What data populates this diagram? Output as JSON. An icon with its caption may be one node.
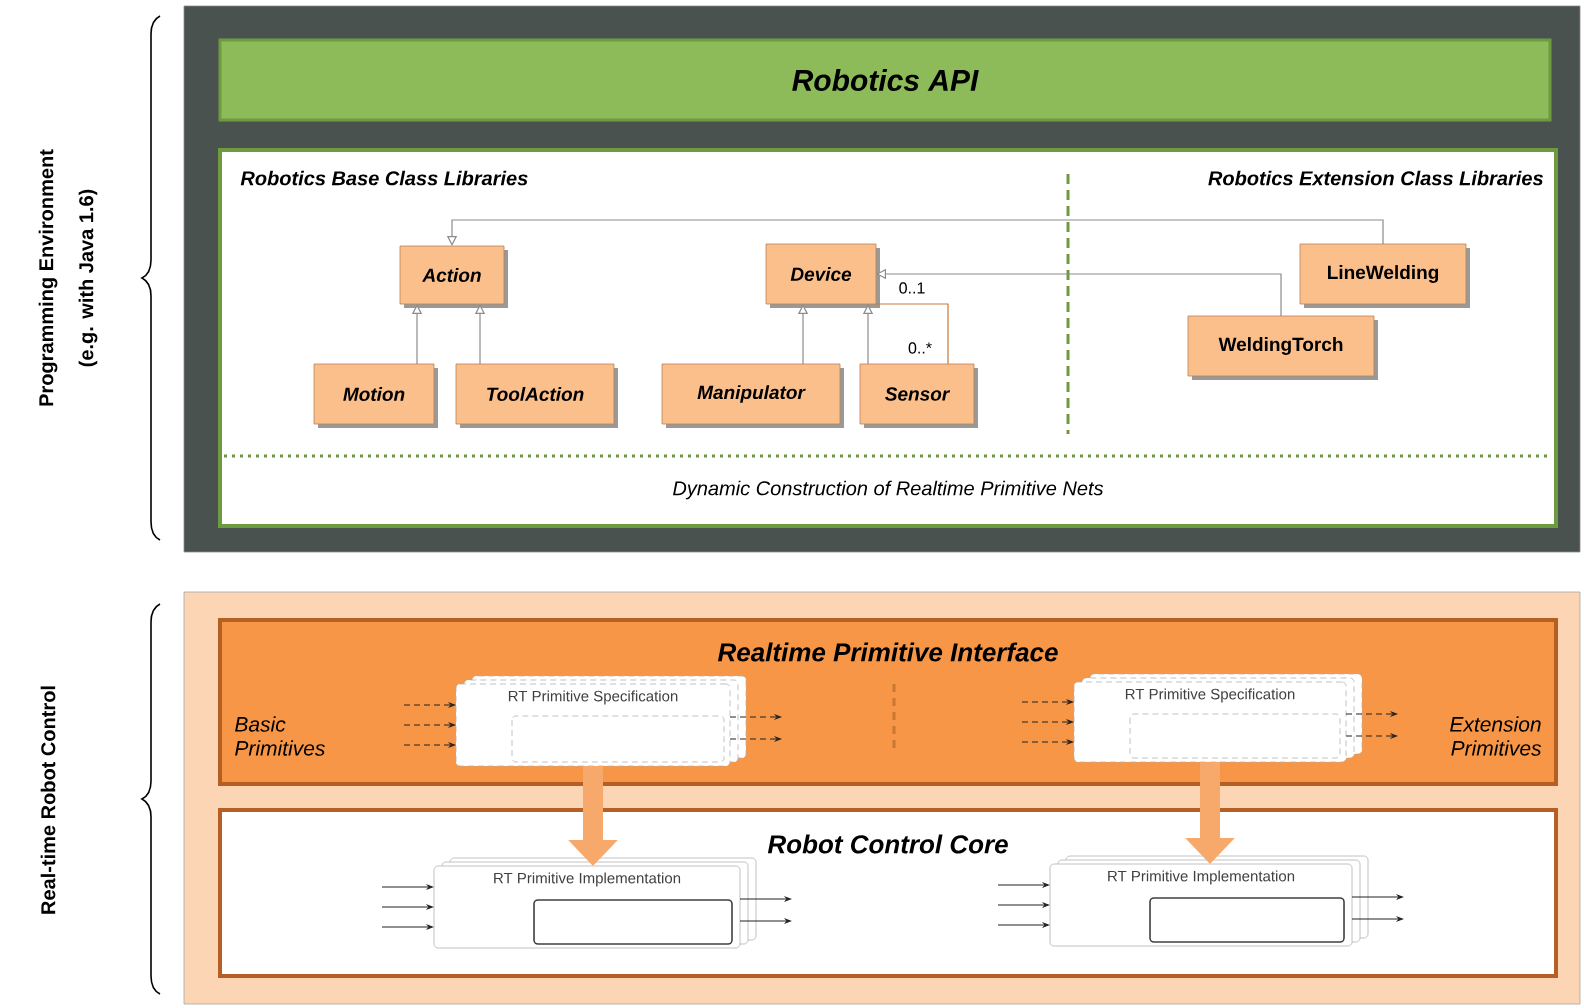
{
  "diagram": {
    "nodes": [
      {
        "text": [],
        "shape": "box"
      },
      {
        "text": [
          "Robotics API"
        ],
        "in": 0
      },
      {
        "text": [
          "Robotics Base Class Libraries",
          "Robotics Extension Class Libraries",
          "Dynamic Construction of Realtime Primitive Nets"
        ],
        "in": 0
      },
      {
        "text": [
          "Action"
        ],
        "in": 2
      },
      {
        "text": [
          "Device"
        ],
        "in": 2
      },
      {
        "text": [
          "Motion"
        ],
        "in": 2
      },
      {
        "text": [
          "ToolAction"
        ],
        "in": 2
      },
      {
        "text": [
          "Manipulator"
        ],
        "in": 2
      },
      {
        "text": [
          "Sensor"
        ],
        "in": 2
      },
      {
        "text": [
          "LineWelding"
        ],
        "in": 2
      },
      {
        "text": [
          "WeldingTorch"
        ],
        "in": 2
      },
      {
        "text": [],
        "shape": "box"
      },
      {
        "text": [
          "Realtime Primitive Interface",
          "Basic Primitives",
          "Extension Primitives"
        ],
        "in": 11
      },
      {
        "text": [
          "RT Primitive Specification"
        ],
        "in": 12
      },
      {
        "text": [
          "RT Primitive Specification"
        ],
        "in": 12
      },
      {
        "text": [
          "Robot Control Core"
        ],
        "in": 11
      },
      {
        "text": [
          "RT Primitive Implementation"
        ],
        "in": 15
      },
      {
        "text": [
          "RT Primitive Implementation"
        ],
        "in": 15
      }
    ],
    "edges": [
      {
        "from": 5,
        "to": 3,
        "arrow": "to",
        "color": "#8c8c8c"
      },
      {
        "from": 6,
        "to": 3,
        "arrow": "to",
        "color": "#8c8c8c"
      },
      {
        "from": 7,
        "to": 4,
        "arrow": "to",
        "color": "#8c8c8c"
      },
      {
        "from": 8,
        "to": 4,
        "arrow": "to",
        "color": "#8c8c8c"
      },
      {
        "from": 9,
        "to": 3,
        "arrow": "to",
        "color": "#8c8c8c"
      },
      {
        "from": 10,
        "to": 4,
        "arrow": "to",
        "color": "#8c8c8c"
      },
      {
        "from": 4,
        "to": 8,
        "arrow": "none",
        "color": "#c8783c"
      },
      {
        "from": 13,
        "to": 16,
        "arrow": "to",
        "style": "thick",
        "color": "#f7a96b"
      },
      {
        "from": 14,
        "to": 17,
        "arrow": "to",
        "style": "thick",
        "color": "#f7a96b"
      },
      {
        "from": null,
        "to": 13,
        "arrow": "to",
        "style": "dashed"
      },
      {
        "from": null,
        "to": 13,
        "arrow": "to",
        "style": "dashed"
      },
      {
        "from": null,
        "to": 13,
        "arrow": "to",
        "style": "dashed"
      },
      {
        "from": 13,
        "to": null,
        "arrow": "to",
        "style": "dashed"
      },
      {
        "from": 13,
        "to": null,
        "arrow": "to",
        "style": "dashed"
      },
      {
        "from": null,
        "to": 14,
        "arrow": "to",
        "style": "dashed"
      },
      {
        "from": null,
        "to": 14,
        "arrow": "to",
        "style": "dashed"
      },
      {
        "from": null,
        "to": 14,
        "arrow": "to",
        "style": "dashed"
      },
      {
        "from": 14,
        "to": null,
        "arrow": "to",
        "style": "dashed"
      },
      {
        "from": 14,
        "to": null,
        "arrow": "to",
        "style": "dashed"
      },
      {
        "from": null,
        "to": 16,
        "arrow": "to"
      },
      {
        "from": null,
        "to": 16,
        "arrow": "to"
      },
      {
        "from": null,
        "to": 16,
        "arrow": "to"
      },
      {
        "from": 16,
        "to": null,
        "arrow": "to"
      },
      {
        "from": 16,
        "to": null,
        "arrow": "to"
      },
      {
        "from": null,
        "to": 17,
        "arrow": "to"
      },
      {
        "from": null,
        "to": 17,
        "arrow": "to"
      },
      {
        "from": null,
        "to": 17,
        "arrow": "to"
      },
      {
        "from": 17,
        "to": null,
        "arrow": "to"
      },
      {
        "from": 17,
        "to": null,
        "arrow": "to"
      }
    ],
    "labels": [
      "Programming Environment",
      "(e.g. with Java 1.6)",
      "Real-time Robot Control",
      "0..1",
      "0..*"
    ]
  }
}
